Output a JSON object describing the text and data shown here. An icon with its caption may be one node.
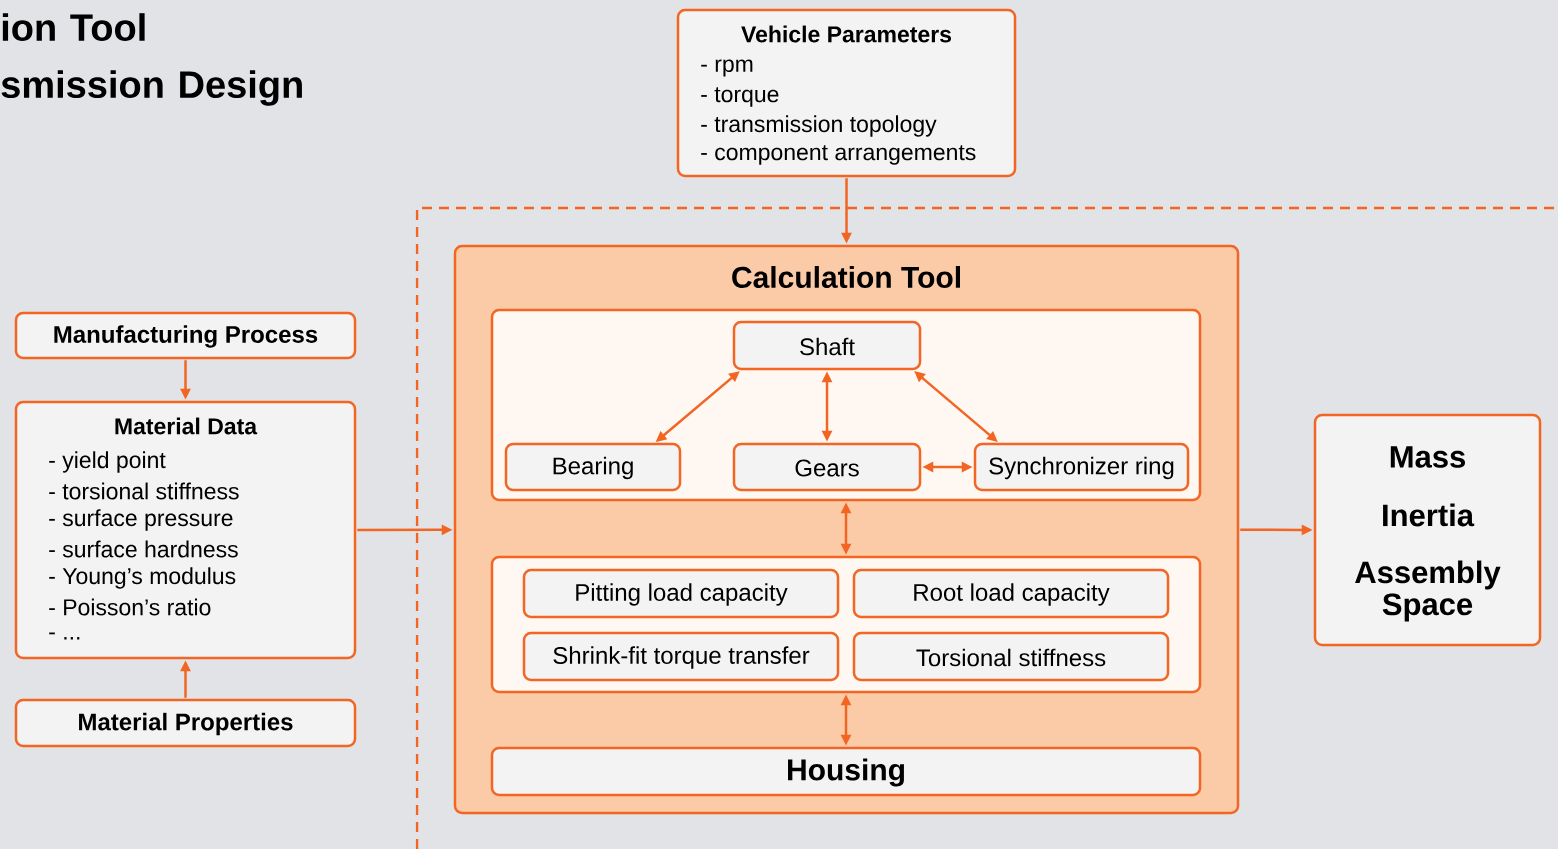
{
  "diagram": {
    "title": "ion Tool smission Design",
    "nodes": [
      {
        "text": [
          "Vehicle Parameters",
          "- rpm",
          "- torque",
          "- transmission topology",
          "- component arrangements"
        ]
      },
      {
        "text": [
          "Manufacturing Process"
        ]
      },
      {
        "text": [
          "Material Data",
          "- yield point",
          "- torsional stiffness",
          "- surface pressure",
          "- surface hardness",
          "- Young’s modulus",
          "- Poisson’s ratio",
          "- ..."
        ]
      },
      {
        "text": [
          "Material Properties"
        ]
      },
      {
        "text": [
          "Calculation Tool"
        ]
      },
      {
        "text": [],
        "shape": "box",
        "in": 4
      },
      {
        "text": [
          "Shaft"
        ],
        "in": 5
      },
      {
        "text": [
          "Bearing"
        ],
        "in": 5
      },
      {
        "text": [
          "Gears"
        ],
        "in": 5
      },
      {
        "text": [
          "Synchronizer ring"
        ],
        "in": 5
      },
      {
        "text": [],
        "shape": "box",
        "in": 4
      },
      {
        "text": [
          "Pitting load capacity"
        ],
        "in": 10
      },
      {
        "text": [
          "Root load capacity"
        ],
        "in": 10
      },
      {
        "text": [
          "Shrink-fit torque transfer"
        ],
        "in": 10
      },
      {
        "text": [
          "Torsional stiffness"
        ],
        "in": 10
      },
      {
        "text": [
          "Housing"
        ],
        "in": 4
      },
      {
        "text": [
          "Mass",
          "Inertia",
          "Assembly Space"
        ]
      }
    ],
    "edges": [
      {
        "from": 0,
        "to": 4,
        "arrow": "to"
      },
      {
        "from": 1,
        "to": 2,
        "arrow": "to"
      },
      {
        "from": 3,
        "to": 2,
        "arrow": "to"
      },
      {
        "from": 2,
        "to": 4,
        "arrow": "to"
      },
      {
        "from": 4,
        "to": 16,
        "arrow": "to"
      },
      {
        "from": 6,
        "to": 7,
        "arrow": "both"
      },
      {
        "from": 6,
        "to": 8,
        "arrow": "both"
      },
      {
        "from": 6,
        "to": 9,
        "arrow": "both"
      },
      {
        "from": 8,
        "to": 9,
        "arrow": "both"
      },
      {
        "from": 5,
        "to": 10,
        "arrow": "both"
      },
      {
        "from": 10,
        "to": 15,
        "arrow": "both"
      }
    ]
  }
}
